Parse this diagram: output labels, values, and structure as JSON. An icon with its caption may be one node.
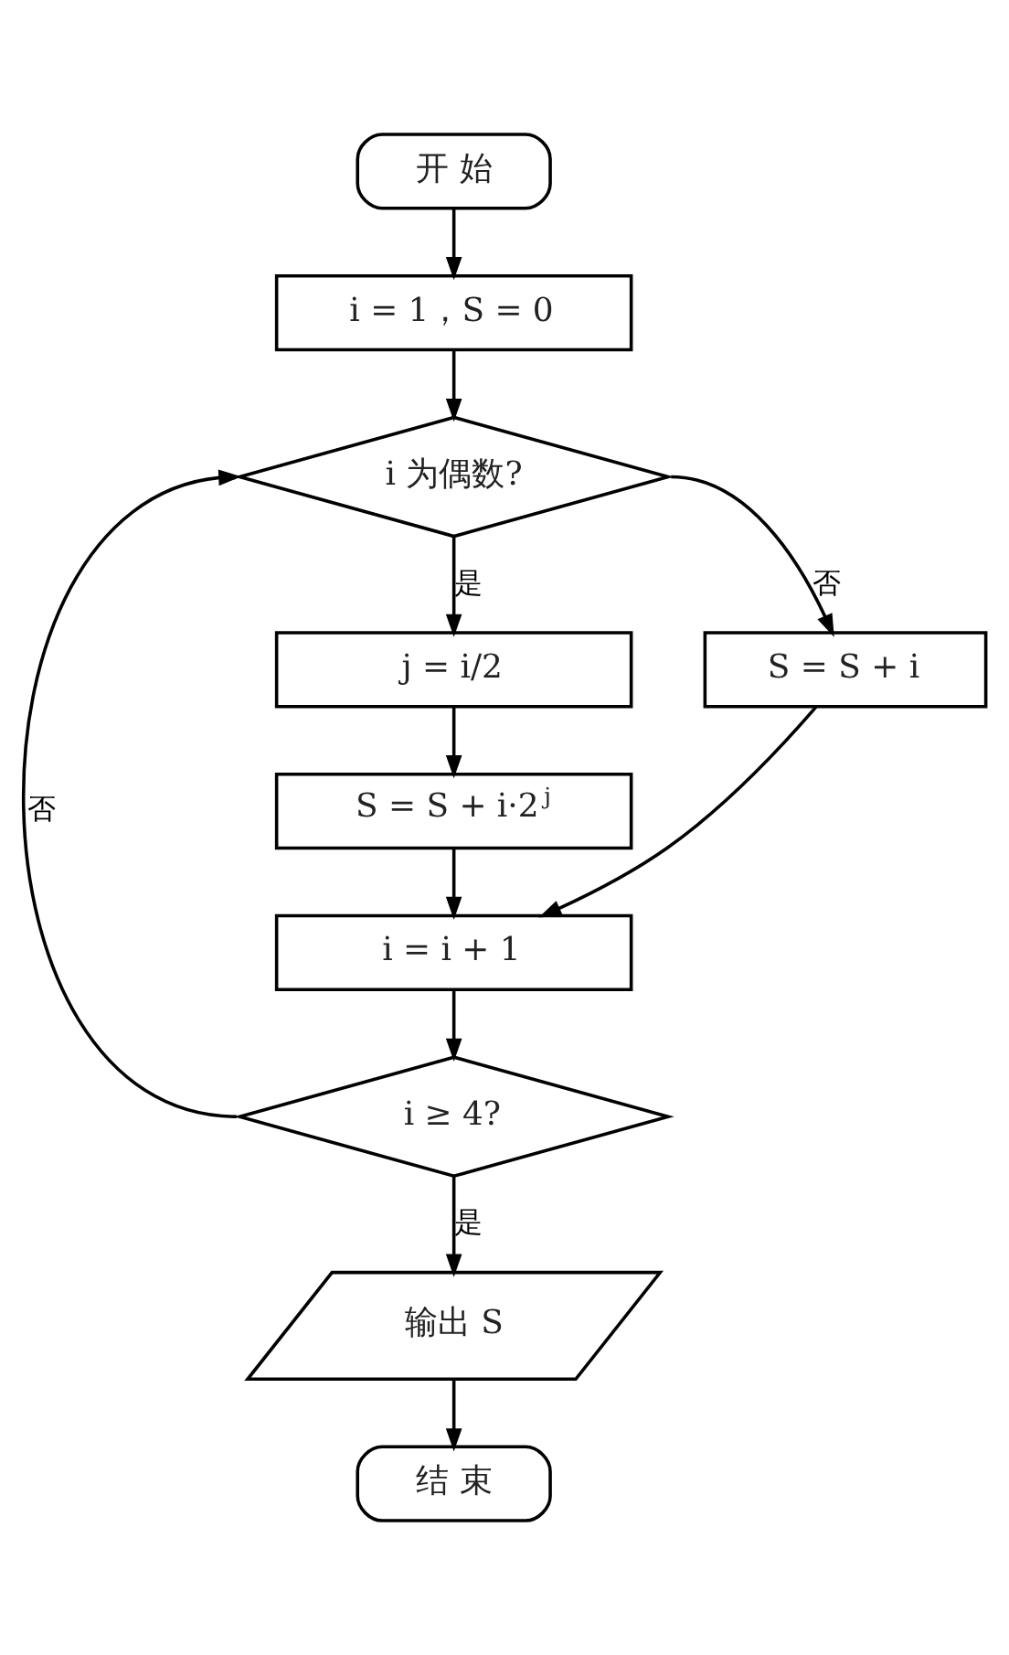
{
  "diagram": {
    "nodes": [
      {
        "text": [
          "开 始"
        ]
      },
      {
        "text": [
          "i = 1，S = 0"
        ]
      },
      {
        "text": [
          "i 为偶数?"
        ]
      },
      {
        "text": [
          "j = i/2"
        ]
      },
      {
        "text": [
          "S = S + i"
        ]
      },
      {
        "text": [
          "S = S + i·2$^{j}$"
        ]
      },
      {
        "text": [
          "i = i + 1"
        ]
      },
      {
        "text": [
          "i ≥ 4?"
        ]
      },
      {
        "text": [
          "输出 S"
        ]
      },
      {
        "text": [
          "结 束"
        ]
      }
    ],
    "edges": [
      {
        "from": 0,
        "to": 1,
        "arrow": "to"
      },
      {
        "from": 1,
        "to": 2,
        "arrow": "to"
      },
      {
        "from": 2,
        "to": 3,
        "arrow": "to",
        "label": "是"
      },
      {
        "from": 2,
        "to": 4,
        "arrow": "to",
        "label": "否"
      },
      {
        "from": 3,
        "to": 5,
        "arrow": "to"
      },
      {
        "from": 5,
        "to": 6,
        "arrow": "to"
      },
      {
        "from": 4,
        "to": 6,
        "arrow": "to"
      },
      {
        "from": 6,
        "to": 7,
        "arrow": "to"
      },
      {
        "from": 7,
        "to": 2,
        "arrow": "to",
        "label": "否"
      },
      {
        "from": 7,
        "to": 8,
        "arrow": "to",
        "label": "是"
      },
      {
        "from": 8,
        "to": 9,
        "arrow": "to"
      }
    ]
  }
}
